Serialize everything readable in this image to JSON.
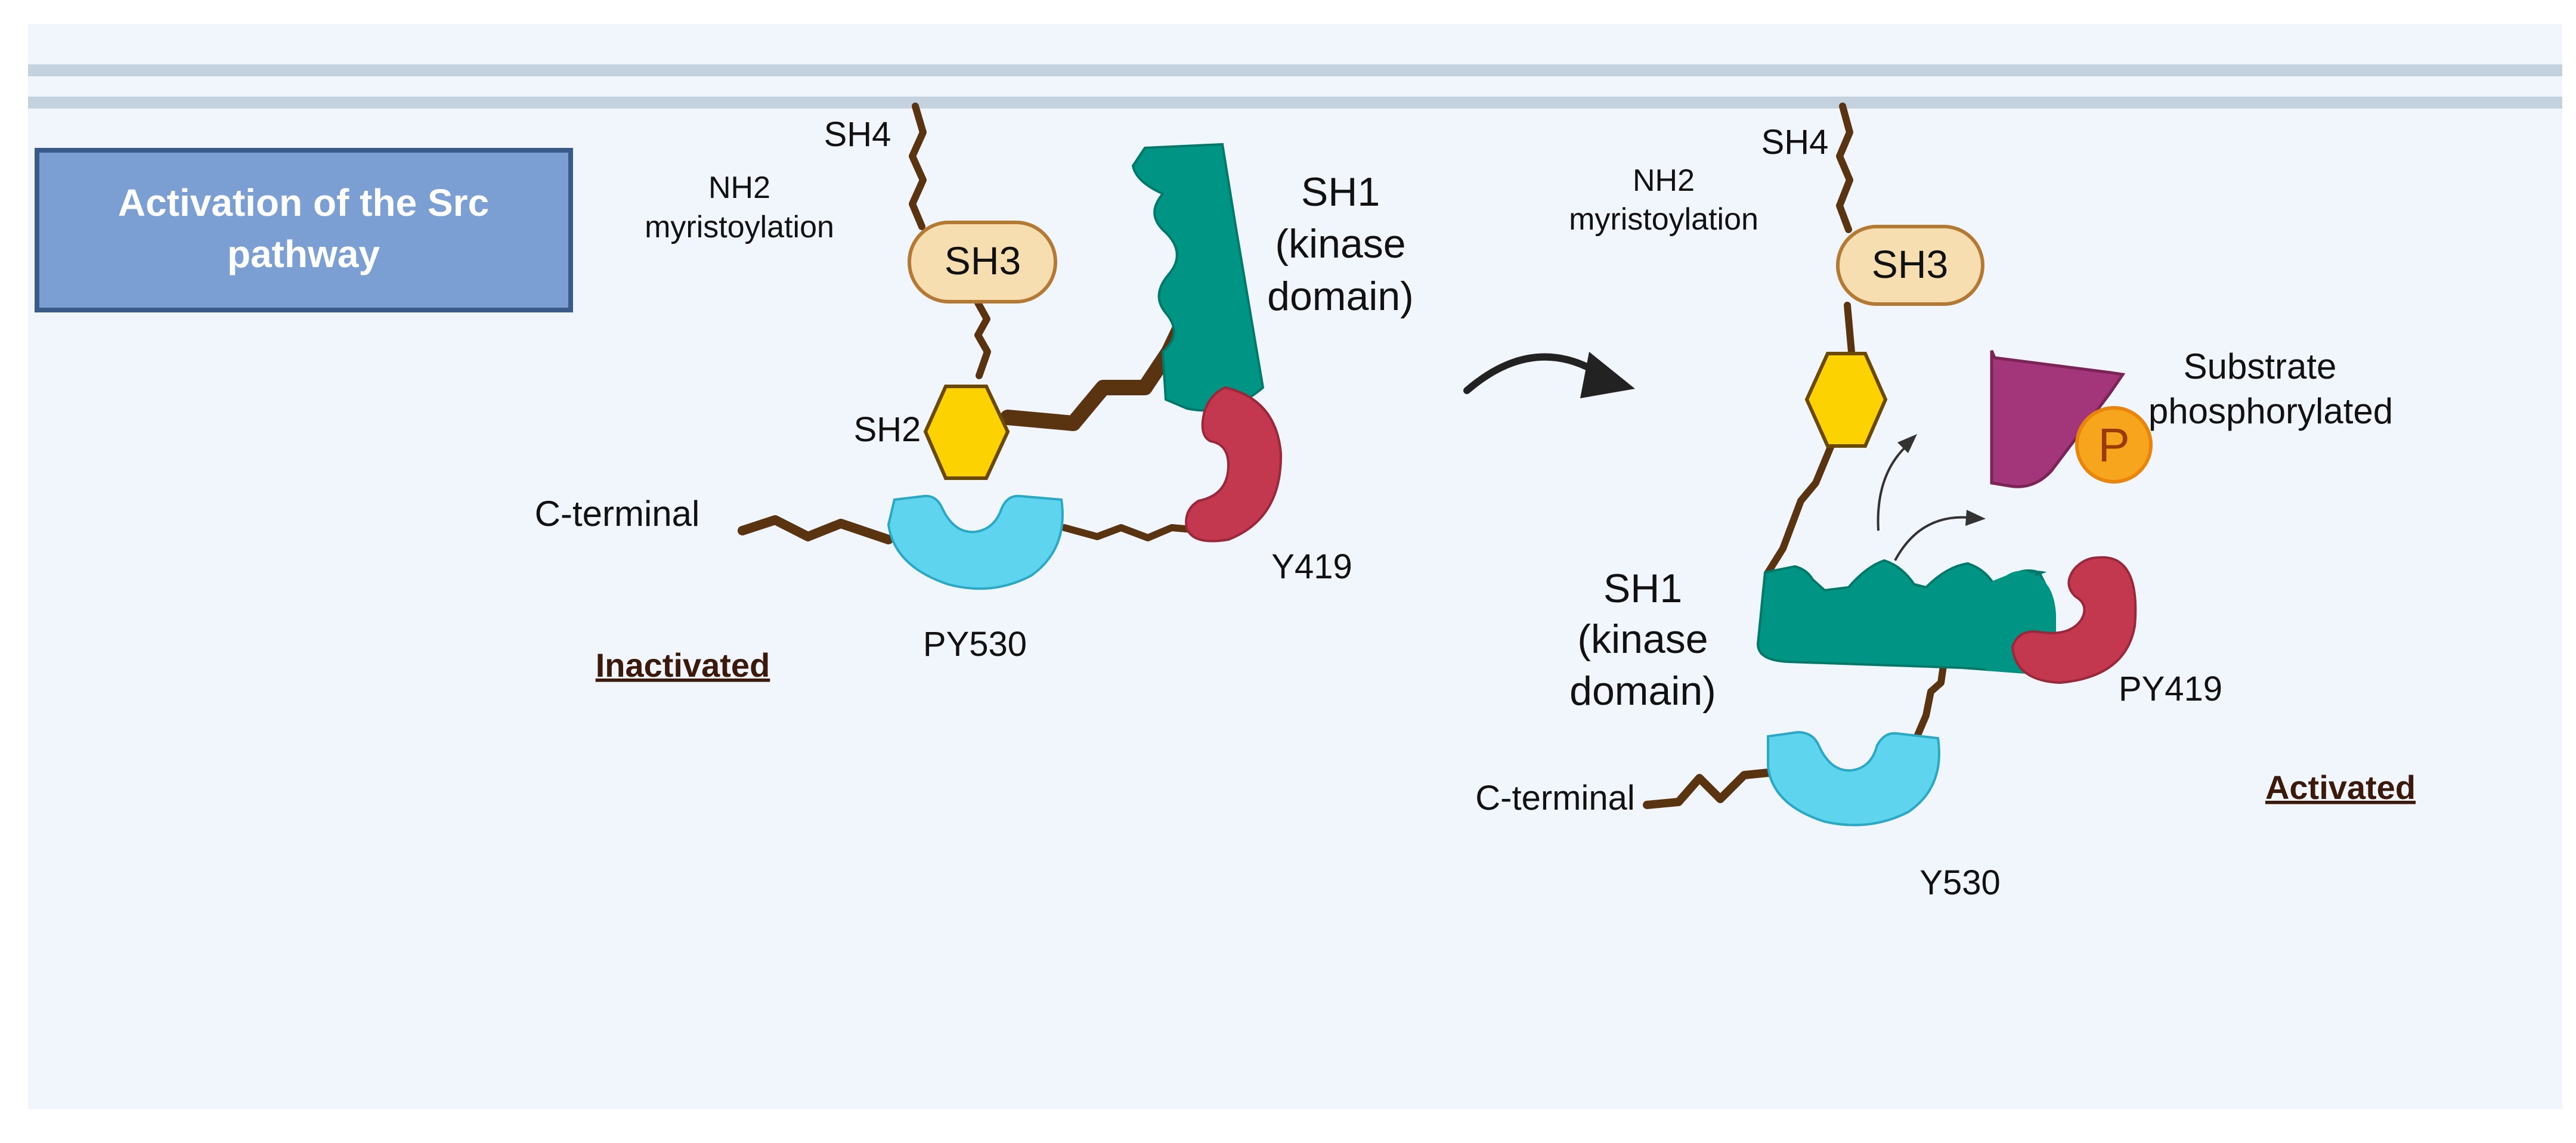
{
  "title": {
    "line1": "Activation of the Src",
    "line2": "pathway"
  },
  "inactivated": {
    "state_label": "Inactivated",
    "sh4": "SH4",
    "nh2_line1": "NH2",
    "nh2_line2": "myristoylation",
    "sh3": "SH3",
    "sh2": "SH2",
    "sh1_line1": "SH1",
    "sh1_line2": "(kinase",
    "sh1_line3": "domain)",
    "c_terminal": "C-terminal",
    "py530": "PY530",
    "y419": "Y419"
  },
  "activated": {
    "state_label": "Activated",
    "sh4": "SH4",
    "nh2_line1": "NH2",
    "nh2_line2": "myristoylation",
    "sh3": "SH3",
    "sh1_line1": "SH1",
    "sh1_line2": "(kinase",
    "sh1_line3": "domain)",
    "c_terminal": "C-terminal",
    "y530": "Y530",
    "py419": "PY419",
    "phospho": "P",
    "substrate_line1": "Substrate",
    "substrate_line2": "phosphorylated"
  },
  "colors": {
    "background": "#f1f5fc",
    "membrane": "#c3d2de",
    "title_box": "#7b9fd2",
    "title_border": "#3a5a8a",
    "linker": "#5a3311",
    "sh3_fill": "#f7deb0",
    "sh2_fill": "#fcd200",
    "kinase_fill": "#009485",
    "y419_fill": "#c4384f",
    "c_term_fill": "#5ed4ee",
    "substrate_fill": "#a3367a",
    "phospho_fill": "#f7a51c"
  }
}
